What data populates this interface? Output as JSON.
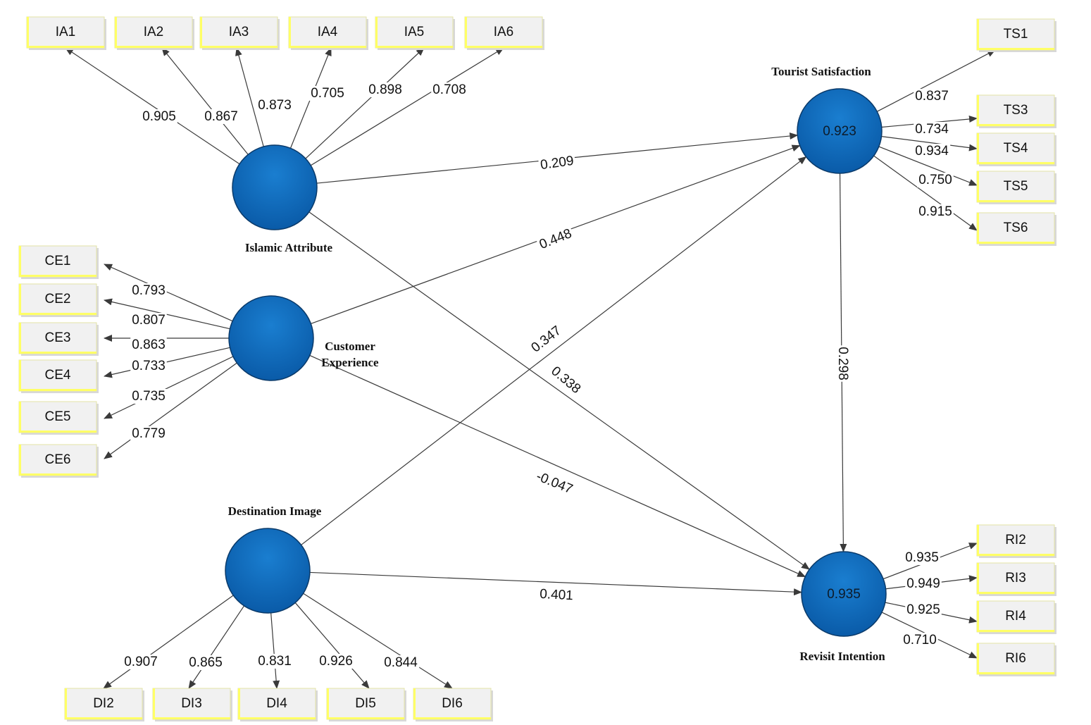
{
  "colors": {
    "construct_fill": "#0a6bbd",
    "construct_stroke": "#0a3a6a",
    "indicator_fill": "#f1f1f1",
    "indicator_edge": "#ffff66",
    "line": "#3a3a3a"
  },
  "constructs": [
    {
      "id": "IA",
      "name_lines": [
        "Islamic Attribute"
      ],
      "r2": ""
    },
    {
      "id": "CE",
      "name_lines": [
        "Customer",
        "Experience"
      ],
      "r2": ""
    },
    {
      "id": "DI",
      "name_lines": [
        "Destination Image"
      ],
      "r2": ""
    },
    {
      "id": "TS",
      "name_lines": [
        "Tourist Satisfaction"
      ],
      "r2": "0.923"
    },
    {
      "id": "RI",
      "name_lines": [
        "Revisit Intention"
      ],
      "r2": "0.935"
    }
  ],
  "indicators": [
    {
      "label": "IA1",
      "construct": "IA",
      "loading": "0.905"
    },
    {
      "label": "IA2",
      "construct": "IA",
      "loading": "0.867"
    },
    {
      "label": "IA3",
      "construct": "IA",
      "loading": "0.873"
    },
    {
      "label": "IA4",
      "construct": "IA",
      "loading": "0.705"
    },
    {
      "label": "IA5",
      "construct": "IA",
      "loading": "0.898"
    },
    {
      "label": "IA6",
      "construct": "IA",
      "loading": "0.708"
    },
    {
      "label": "CE1",
      "construct": "CE",
      "loading": "0.793"
    },
    {
      "label": "CE2",
      "construct": "CE",
      "loading": "0.807"
    },
    {
      "label": "CE3",
      "construct": "CE",
      "loading": "0.863"
    },
    {
      "label": "CE4",
      "construct": "CE",
      "loading": "0.733"
    },
    {
      "label": "CE5",
      "construct": "CE",
      "loading": "0.735"
    },
    {
      "label": "CE6",
      "construct": "CE",
      "loading": "0.779"
    },
    {
      "label": "DI2",
      "construct": "DI",
      "loading": "0.907"
    },
    {
      "label": "DI3",
      "construct": "DI",
      "loading": "0.865"
    },
    {
      "label": "DI4",
      "construct": "DI",
      "loading": "0.831"
    },
    {
      "label": "DI5",
      "construct": "DI",
      "loading": "0.926"
    },
    {
      "label": "DI6",
      "construct": "DI",
      "loading": "0.844"
    },
    {
      "label": "TS1",
      "construct": "TS",
      "loading": "0.837"
    },
    {
      "label": "TS3",
      "construct": "TS",
      "loading": "0.734"
    },
    {
      "label": "TS4",
      "construct": "TS",
      "loading": "0.934"
    },
    {
      "label": "TS5",
      "construct": "TS",
      "loading": "0.750"
    },
    {
      "label": "TS6",
      "construct": "TS",
      "loading": "0.915"
    },
    {
      "label": "RI2",
      "construct": "RI",
      "loading": "0.935"
    },
    {
      "label": "RI3",
      "construct": "RI",
      "loading": "0.949"
    },
    {
      "label": "RI4",
      "construct": "RI",
      "loading": "0.925"
    },
    {
      "label": "RI6",
      "construct": "RI",
      "loading": "0.710"
    }
  ],
  "paths": [
    {
      "from": "IA",
      "to": "TS",
      "coef": "0.209"
    },
    {
      "from": "CE",
      "to": "TS",
      "coef": "0.448"
    },
    {
      "from": "DI",
      "to": "TS",
      "coef": "0.347"
    },
    {
      "from": "IA",
      "to": "RI",
      "coef": "0.338"
    },
    {
      "from": "CE",
      "to": "RI",
      "coef": "-0.047"
    },
    {
      "from": "DI",
      "to": "RI",
      "coef": "0.401"
    },
    {
      "from": "TS",
      "to": "RI",
      "coef": "0.298"
    }
  ]
}
